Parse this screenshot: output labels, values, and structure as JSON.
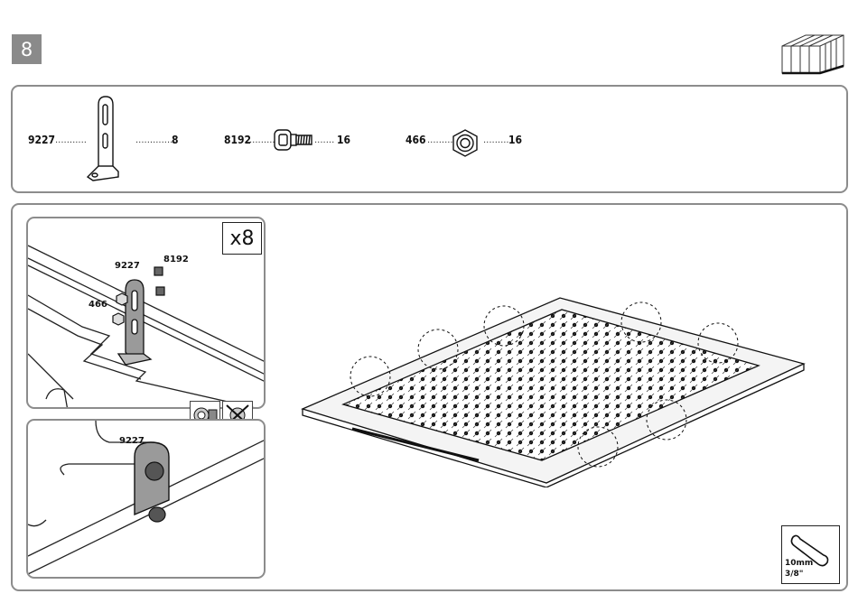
{
  "step": {
    "number": "8"
  },
  "parts": [
    {
      "code": "9227",
      "qty": "8",
      "icon": "angle-bracket-icon"
    },
    {
      "code": "8192",
      "qty": "16",
      "icon": "bolt-icon"
    },
    {
      "code": "466",
      "qty": "16",
      "icon": "hex-nut-icon"
    }
  ],
  "detail": {
    "multiplier": "x8",
    "top_labels": {
      "bracket": "9227",
      "bolt": "8192",
      "nut": "466"
    },
    "bottom_label": "9227"
  },
  "tool": {
    "size_metric": "10mm",
    "size_imperial": "3/8\"",
    "icon": "wrench-icon"
  },
  "colors": {
    "panel_border": "#8c8c8c",
    "badge": "#8a8a8a",
    "line": "#222222"
  }
}
